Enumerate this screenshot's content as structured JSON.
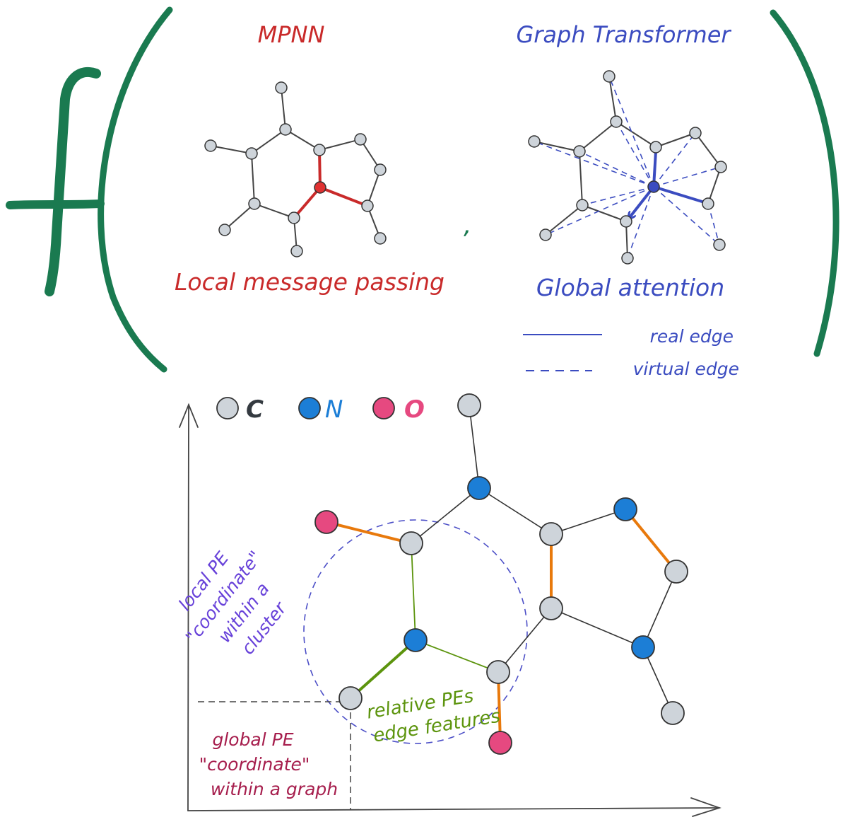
{
  "labels": {
    "mpnn": "MPNN",
    "graph_transformer": "Graph Transformer",
    "local_mp": "Local message passing",
    "global_attention": "Global attention",
    "comma": ",",
    "real_edge": "real edge",
    "virtual_edge": "virtual edge",
    "atom_c": "C",
    "atom_n": "N",
    "atom_o": "O",
    "local_pe_lines": [
      "local PE",
      "\"coordinate\"",
      "within a",
      "cluster"
    ],
    "relative_pe_lines": [
      "relative PEs",
      "edge features"
    ],
    "global_pe_lines": [
      "global PE",
      "\"coordinate\"",
      "within a graph"
    ]
  },
  "colors": {
    "green_bracket": "#1a7a50",
    "mpnn_red": "#c92a2a",
    "transformer_blue": "#3b4cc0",
    "atom_c": "#ced4da",
    "atom_n": "#1c7ed6",
    "atom_o": "#e64980",
    "orange_edge": "#e8790c",
    "green_edge": "#5c940d",
    "purple_label": "#6741d9",
    "maroon_label": "#a61e4d",
    "circle_dash": "#4c4fc7"
  }
}
